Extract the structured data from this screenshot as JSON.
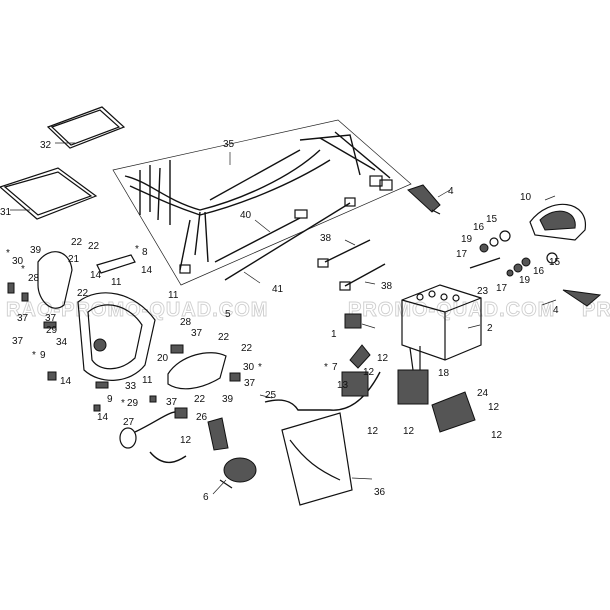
{
  "watermark": {
    "left": "RAO-PROMO-QUAD.COM",
    "right": "PROMO-QUAD.COM",
    "tail": "PR"
  },
  "callouts": [
    {
      "id": "c35",
      "text": "35"
    },
    {
      "id": "c32",
      "text": "32"
    },
    {
      "id": "c31",
      "text": "31"
    },
    {
      "id": "c4a",
      "text": "4"
    },
    {
      "id": "c10",
      "text": "10"
    },
    {
      "id": "c40",
      "text": "40"
    },
    {
      "id": "c15a",
      "text": "15"
    },
    {
      "id": "c16a",
      "text": "16"
    },
    {
      "id": "c19a",
      "text": "19"
    },
    {
      "id": "c17a",
      "text": "17"
    },
    {
      "id": "c15b",
      "text": "15"
    },
    {
      "id": "c16b",
      "text": "16"
    },
    {
      "id": "c19b",
      "text": "19"
    },
    {
      "id": "c17b",
      "text": "17"
    },
    {
      "id": "c23",
      "text": "23"
    },
    {
      "id": "c4b",
      "text": "4"
    },
    {
      "id": "c38a",
      "text": "38"
    },
    {
      "id": "c38b",
      "text": "38"
    },
    {
      "id": "c41",
      "text": "41"
    },
    {
      "id": "c22a",
      "text": "22"
    },
    {
      "id": "c22b",
      "text": "22"
    },
    {
      "id": "c8",
      "text": "8"
    },
    {
      "id": "c39a",
      "text": "39"
    },
    {
      "id": "c30a",
      "text": "30"
    },
    {
      "id": "c21",
      "text": "21"
    },
    {
      "id": "c28a",
      "text": "28"
    },
    {
      "id": "c14a",
      "text": "14"
    },
    {
      "id": "c14b",
      "text": "14"
    },
    {
      "id": "c11a",
      "text": "11"
    },
    {
      "id": "c11b",
      "text": "11"
    },
    {
      "id": "c22c",
      "text": "22"
    },
    {
      "id": "c37a",
      "text": "37"
    },
    {
      "id": "c29a",
      "text": "29"
    },
    {
      "id": "c37b",
      "text": "37"
    },
    {
      "id": "c28b",
      "text": "28"
    },
    {
      "id": "c37c",
      "text": "37"
    },
    {
      "id": "c22d",
      "text": "22"
    },
    {
      "id": "c22e",
      "text": "22"
    },
    {
      "id": "c34",
      "text": "34"
    },
    {
      "id": "c9a",
      "text": "9"
    },
    {
      "id": "c14c",
      "text": "14"
    },
    {
      "id": "c20",
      "text": "20"
    },
    {
      "id": "c11c",
      "text": "11"
    },
    {
      "id": "c33",
      "text": "33"
    },
    {
      "id": "c30b",
      "text": "30"
    },
    {
      "id": "c37d",
      "text": "37"
    },
    {
      "id": "c39b",
      "text": "39"
    },
    {
      "id": "c9b",
      "text": "9"
    },
    {
      "id": "c29b",
      "text": "29"
    },
    {
      "id": "c22f",
      "text": "22"
    },
    {
      "id": "c37e",
      "text": "37"
    },
    {
      "id": "c14d",
      "text": "14"
    },
    {
      "id": "c26",
      "text": "26"
    },
    {
      "id": "c27",
      "text": "27"
    },
    {
      "id": "c12a",
      "text": "12"
    },
    {
      "id": "c6",
      "text": "6"
    },
    {
      "id": "c5",
      "text": "5"
    },
    {
      "id": "c1",
      "text": "1"
    },
    {
      "id": "c2",
      "text": "2"
    },
    {
      "id": "c7",
      "text": "7"
    },
    {
      "id": "c12b",
      "text": "12"
    },
    {
      "id": "c12c",
      "text": "12"
    },
    {
      "id": "c13",
      "text": "13"
    },
    {
      "id": "c18",
      "text": "18"
    },
    {
      "id": "c25",
      "text": "25"
    },
    {
      "id": "c12d",
      "text": "12"
    },
    {
      "id": "c12e",
      "text": "12"
    },
    {
      "id": "c24",
      "text": "24"
    },
    {
      "id": "c12f",
      "text": "12"
    },
    {
      "id": "c12g",
      "text": "12"
    },
    {
      "id": "c36",
      "text": "36"
    },
    {
      "id": "c37f",
      "text": "37"
    }
  ],
  "asterisks": {
    "mark": "*"
  }
}
